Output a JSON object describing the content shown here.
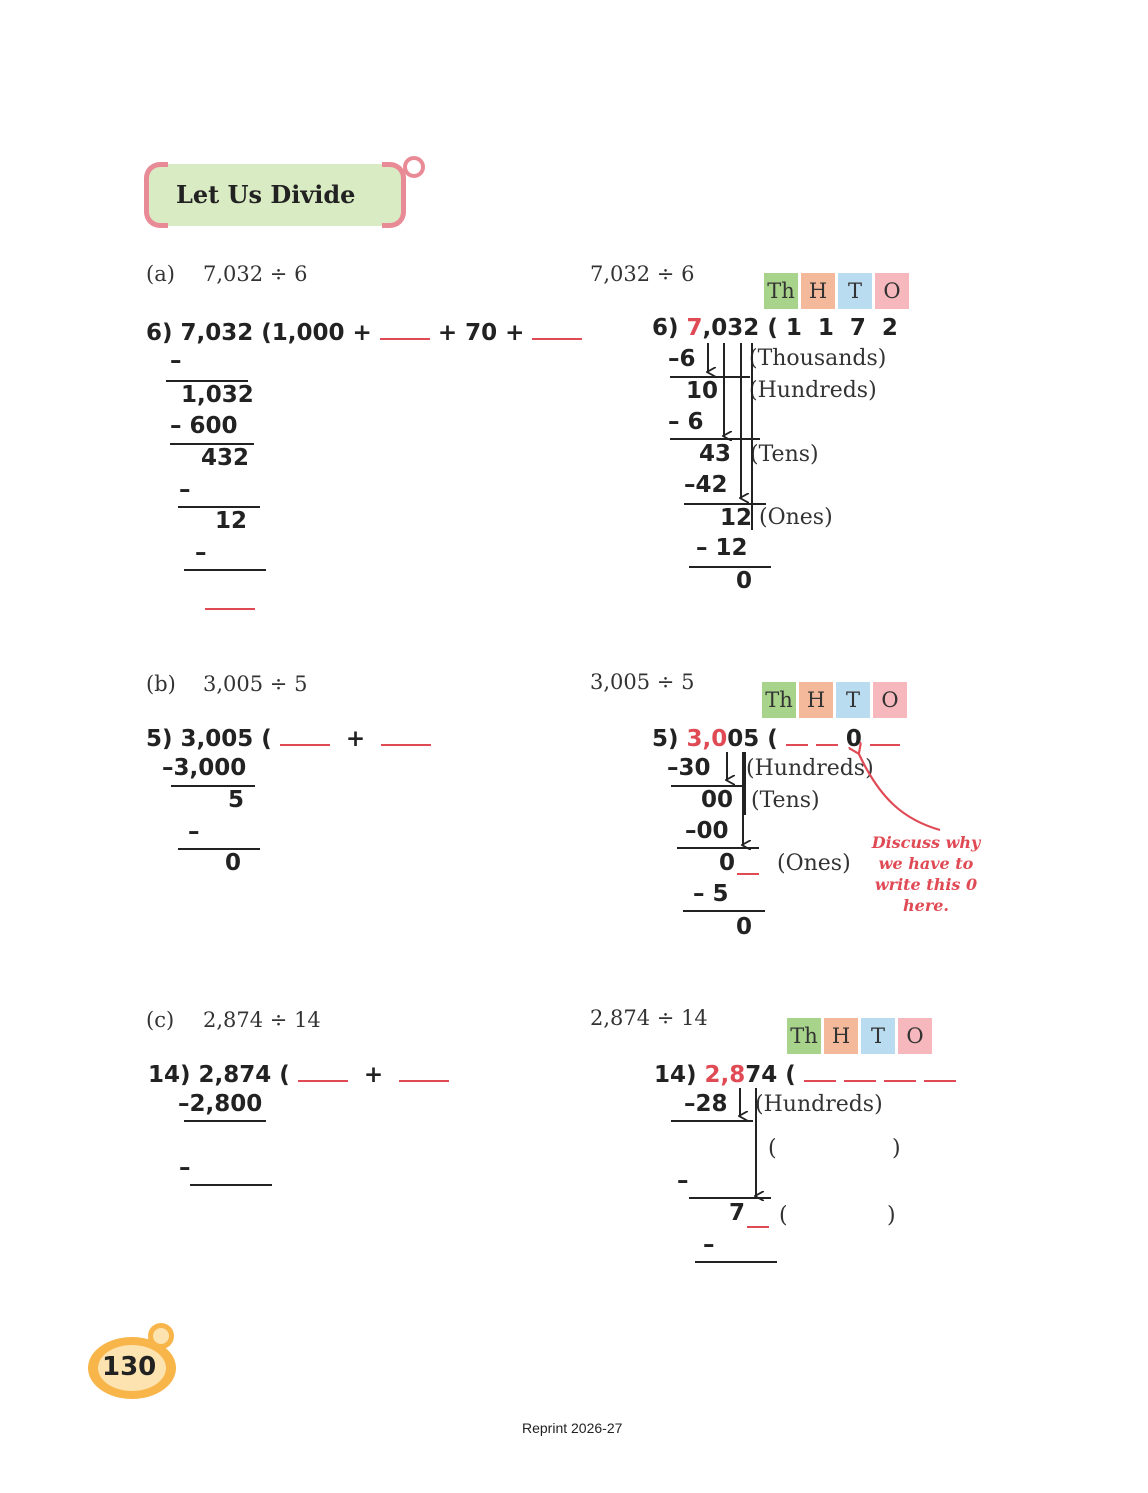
{
  "header": {
    "title": "Let Us Divide"
  },
  "place_values": {
    "th": "Th",
    "h": "H",
    "t": "T",
    "o": "O"
  },
  "a": {
    "label": "(a)",
    "problem": "7,032 ÷ 6",
    "left": {
      "line1_prefix": "6) 7,032 (1,000 +",
      "line1_mid": "+ 70 +",
      "minus": "–",
      "r1": "1,032",
      "s2": "–  600",
      "r2": "432",
      "r3": "12"
    },
    "right": {
      "problem": "7,032 ÷ 6",
      "divisor": "6)",
      "dividend_red": "7",
      "dividend_rest": ",032",
      "quotient": "( 1  1  7  2",
      "s1": "–6",
      "thousands": "(Thousands)",
      "r1": "10",
      "hundreds": "(Hundreds)",
      "s2": "–  6",
      "r2": "43",
      "tens": "(Tens)",
      "s3": "–42",
      "r3": "12",
      "ones": "(Ones)",
      "s4": "– 12",
      "r4": "0"
    }
  },
  "b": {
    "label": "(b)",
    "problem": "3,005 ÷ 5",
    "left": {
      "line1_prefix": "5) 3,005 (",
      "plus": "+",
      "s1": "–3,000",
      "r1": "5",
      "minus": "–",
      "r2": "0"
    },
    "right": {
      "problem": "3,005 ÷ 5",
      "divisor": "5)",
      "dividend_red": "3,0",
      "dividend_rest": "05 (",
      "quotient_zero": "0",
      "s1": "–30",
      "hundreds": "(Hundreds)",
      "r1": "00",
      "tens": "(Tens)",
      "s2": "–00",
      "r2": "0",
      "ones": "(Ones)",
      "s3": "–  5",
      "r3": "0",
      "note": "Discuss why we have to write this 0 here."
    }
  },
  "c": {
    "label": "(c)",
    "problem": "2,874 ÷ 14",
    "left": {
      "line1_prefix": "14) 2,874 (",
      "plus": "+",
      "s1": "–2,800",
      "minus": "–"
    },
    "right": {
      "problem": "2,874 ÷ 14",
      "divisor": "14)",
      "dividend_red": "2,8",
      "dividend_rest": "74 (",
      "s1": "–28",
      "hundreds": "(Hundreds)",
      "paren_open": "(",
      "paren_close": ")",
      "minus": "–",
      "r1": "7"
    }
  },
  "footer": {
    "page_number": "130",
    "reprint": "Reprint 2026-27"
  }
}
